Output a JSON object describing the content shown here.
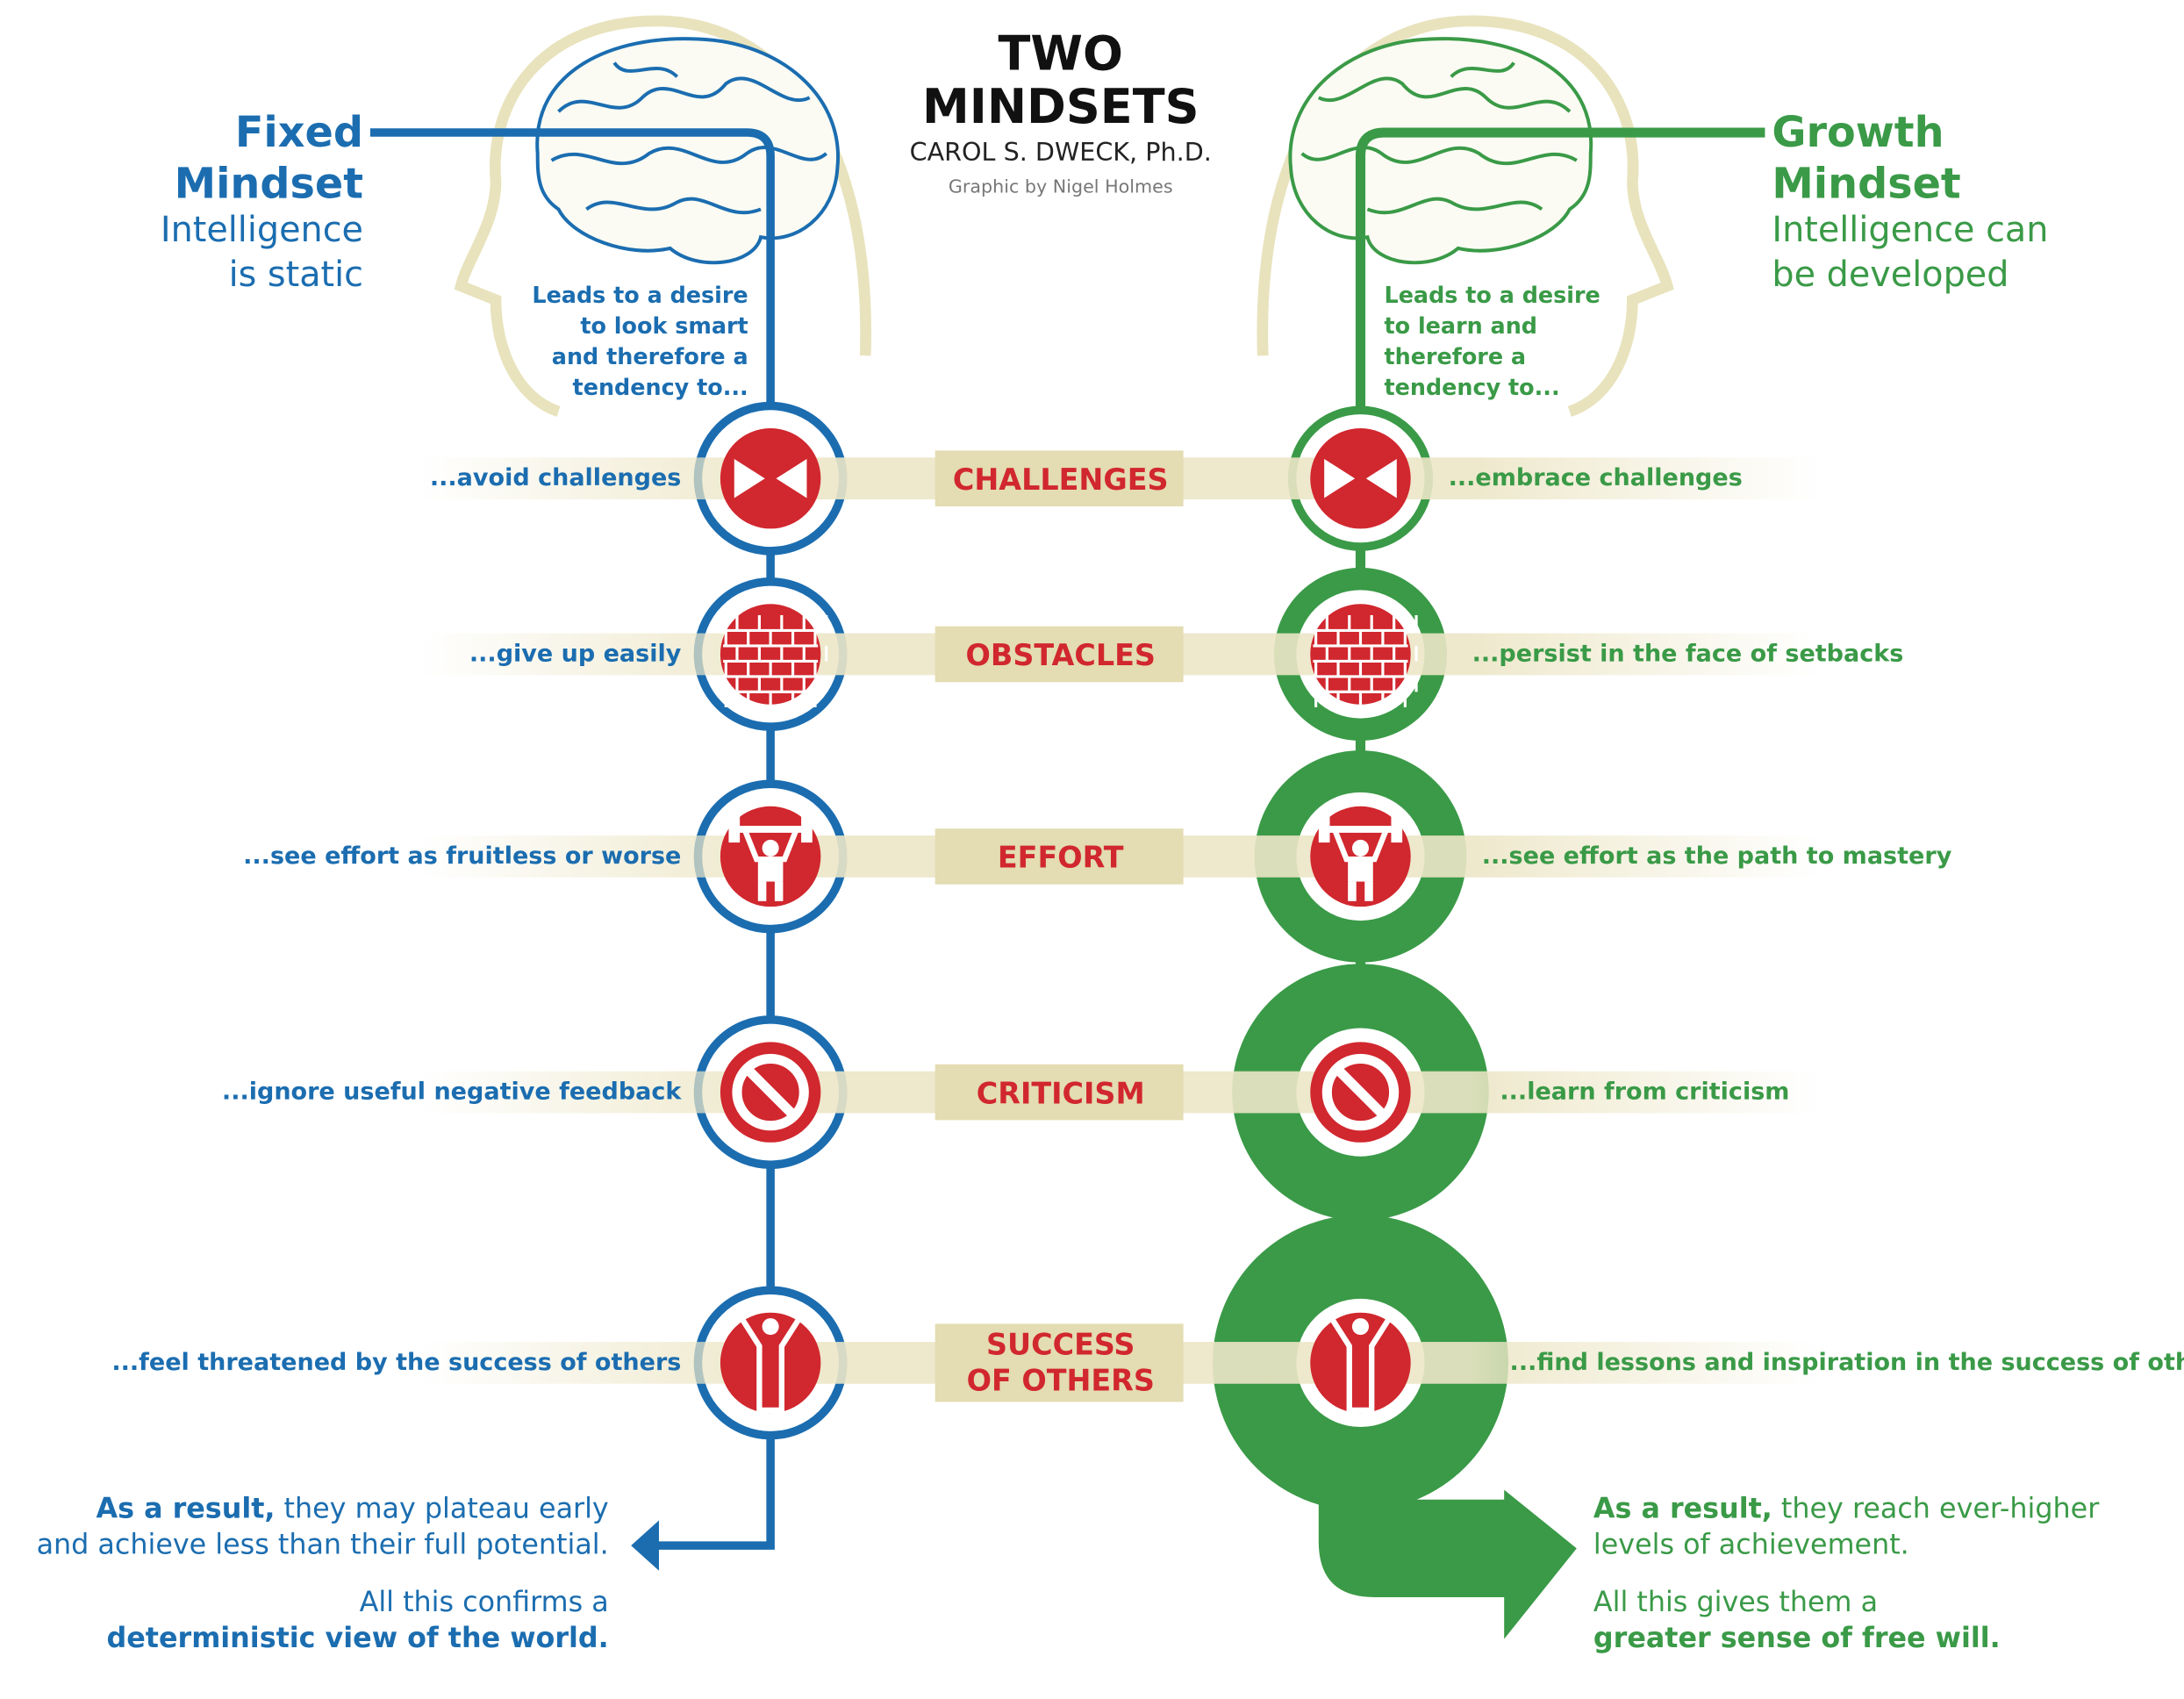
{
  "title": {
    "line1": "TWO",
    "line2": "MINDSETS",
    "author": "CAROL S. DWECK, Ph.D.",
    "credit": "Graphic by Nigel Holmes"
  },
  "colors": {
    "fixed": "#1b6db0",
    "growth": "#3a9a47",
    "icon": "#d1272e",
    "band": "#ece6c6",
    "label_box": "#e4dcb2",
    "head": "#e8e3bd"
  },
  "fixed": {
    "heading1": "Fixed",
    "heading2": "Mindset",
    "sub1": "Intelligence",
    "sub2": "is static",
    "lead": [
      "Leads to a desire",
      "to look smart",
      "and therefore a",
      "tendency to..."
    ],
    "result_bold": "As a result,",
    "result_rest1": " they may plateau early",
    "result_line2": "and achieve less than their full potential.",
    "confirm1": "All this confirms a",
    "confirm2": "deterministic view of the world."
  },
  "growth": {
    "heading1": "Growth",
    "heading2": "Mindset",
    "sub1": "Intelligence can",
    "sub2": "be developed",
    "lead": [
      "Leads to a desire",
      "to learn and",
      "therefore a",
      "tendency to..."
    ],
    "result_bold": "As a result,",
    "result_rest1": " they reach ever-higher",
    "result_line2": "levels of achievement.",
    "confirm1": "All this gives them a",
    "confirm2": "greater sense of free will."
  },
  "rows": [
    {
      "label": [
        "CHALLENGES"
      ],
      "icon": "arrows-icon",
      "fixed": "...avoid challenges",
      "growth": "...embrace challenges"
    },
    {
      "label": [
        "OBSTACLES"
      ],
      "icon": "brick-wall-icon",
      "fixed": "...give up easily",
      "growth": "...persist in the face of setbacks"
    },
    {
      "label": [
        "EFFORT"
      ],
      "icon": "weightlifter-icon",
      "fixed": "...see effort as fruitless or worse",
      "growth": "...see effort as the path to mastery"
    },
    {
      "label": [
        "CRITICISM"
      ],
      "icon": "prohibited-icon",
      "fixed": "...ignore useful negative feedback",
      "growth": "...learn from criticism"
    },
    {
      "label": [
        "SUCCESS",
        "OF OTHERS"
      ],
      "icon": "person-arms-up-icon",
      "fixed": "...feel threatened by the success of others",
      "growth": "...find lessons and inspiration in the success of others"
    }
  ]
}
